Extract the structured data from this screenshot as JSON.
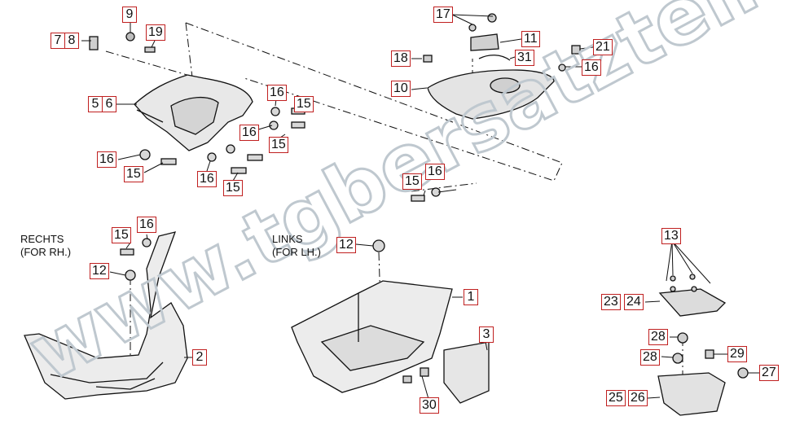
{
  "captions": {
    "right_title": "RECHTS",
    "right_sub": "(FOR RH.)",
    "left_title": "LINKS",
    "left_sub": "(FOR LH.)"
  },
  "watermark": {
    "text": "www.tgbersatzteile.de",
    "color": "#bfc8cf"
  },
  "labels": [
    {
      "id": "p7",
      "text": "7"
    },
    {
      "id": "p8",
      "text": "8"
    },
    {
      "id": "p9",
      "text": "9"
    },
    {
      "id": "p19",
      "text": "19"
    },
    {
      "id": "p5",
      "text": "5"
    },
    {
      "id": "p6",
      "text": "6"
    },
    {
      "id": "p16a",
      "text": "16"
    },
    {
      "id": "p15a",
      "text": "15"
    },
    {
      "id": "p16b",
      "text": "16"
    },
    {
      "id": "p15b",
      "text": "15"
    },
    {
      "id": "p16c",
      "text": "16"
    },
    {
      "id": "p15c",
      "text": "15"
    },
    {
      "id": "p16d",
      "text": "16"
    },
    {
      "id": "p15d",
      "text": "15"
    },
    {
      "id": "p17",
      "text": "17"
    },
    {
      "id": "p11",
      "text": "11"
    },
    {
      "id": "p18",
      "text": "18"
    },
    {
      "id": "p31",
      "text": "31"
    },
    {
      "id": "p21",
      "text": "21"
    },
    {
      "id": "p16e",
      "text": "16"
    },
    {
      "id": "p10",
      "text": "10"
    },
    {
      "id": "p15e",
      "text": "15"
    },
    {
      "id": "p16f",
      "text": "16"
    },
    {
      "id": "p15f",
      "text": "15"
    },
    {
      "id": "p16g",
      "text": "16"
    },
    {
      "id": "p12a",
      "text": "12"
    },
    {
      "id": "p2",
      "text": "2"
    },
    {
      "id": "p12b",
      "text": "12"
    },
    {
      "id": "p1",
      "text": "1"
    },
    {
      "id": "p3",
      "text": "3"
    },
    {
      "id": "p30",
      "text": "30"
    },
    {
      "id": "p13",
      "text": "13"
    },
    {
      "id": "p23",
      "text": "23"
    },
    {
      "id": "p24",
      "text": "24"
    },
    {
      "id": "p28a",
      "text": "28"
    },
    {
      "id": "p28b",
      "text": "28"
    },
    {
      "id": "p29",
      "text": "29"
    },
    {
      "id": "p27",
      "text": "27"
    },
    {
      "id": "p25",
      "text": "25"
    },
    {
      "id": "p26",
      "text": "26"
    }
  ]
}
